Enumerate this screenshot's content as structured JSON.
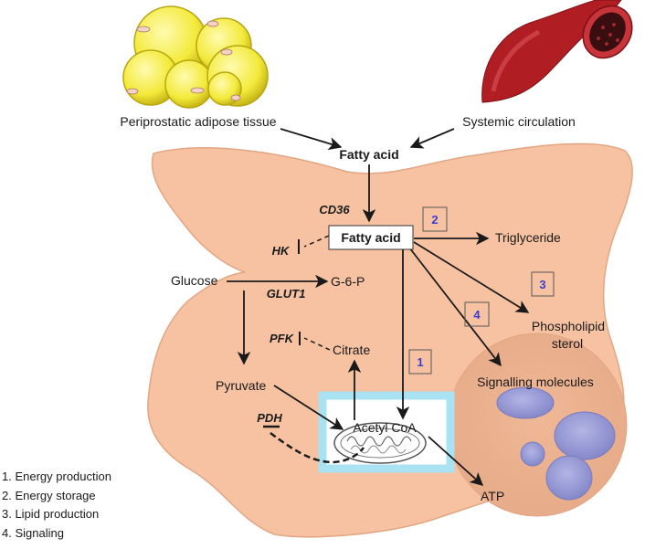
{
  "sources": {
    "adipose_label": "Periprostatic adipose tissue",
    "systemic_label": "Systemic circulation"
  },
  "nodes": {
    "fatty_acid_outside": "Fatty acid",
    "fatty_acid_inside": "Fatty acid",
    "triglyceride": "Triglyceride",
    "glucose": "Glucose",
    "g6p": "G-6-P",
    "phospholipid": "Phospholipid",
    "sterol": "sterol",
    "citrate": "Citrate",
    "pyruvate": "Pyruvate",
    "signalling": "Signalling molecules",
    "acetyl_coa": "Acetyl CoA",
    "atp": "ATP"
  },
  "enzymes": {
    "cd36": "CD36",
    "hk": "HK",
    "glut1": "GLUT1",
    "pfk": "PFK",
    "pdh": "PDH"
  },
  "pathway_numbers": {
    "n1": "1",
    "n2": "2",
    "n3": "3",
    "n4": "4"
  },
  "legend": [
    "1. Energy production",
    "2. Energy storage",
    "3. Lipid production",
    "4. Signaling"
  ],
  "colors": {
    "cell_fill": "#f6c2a2",
    "cell_stroke": "#e2a683",
    "nucleus_fill": "#eab08f",
    "organelle_fill": "#9a9cd6",
    "mito_box_border": "#a9e3f3",
    "number_text": "#3a3fd0",
    "adipocyte_fill": "#f2ea3c",
    "vessel_red": "#b01e23"
  }
}
